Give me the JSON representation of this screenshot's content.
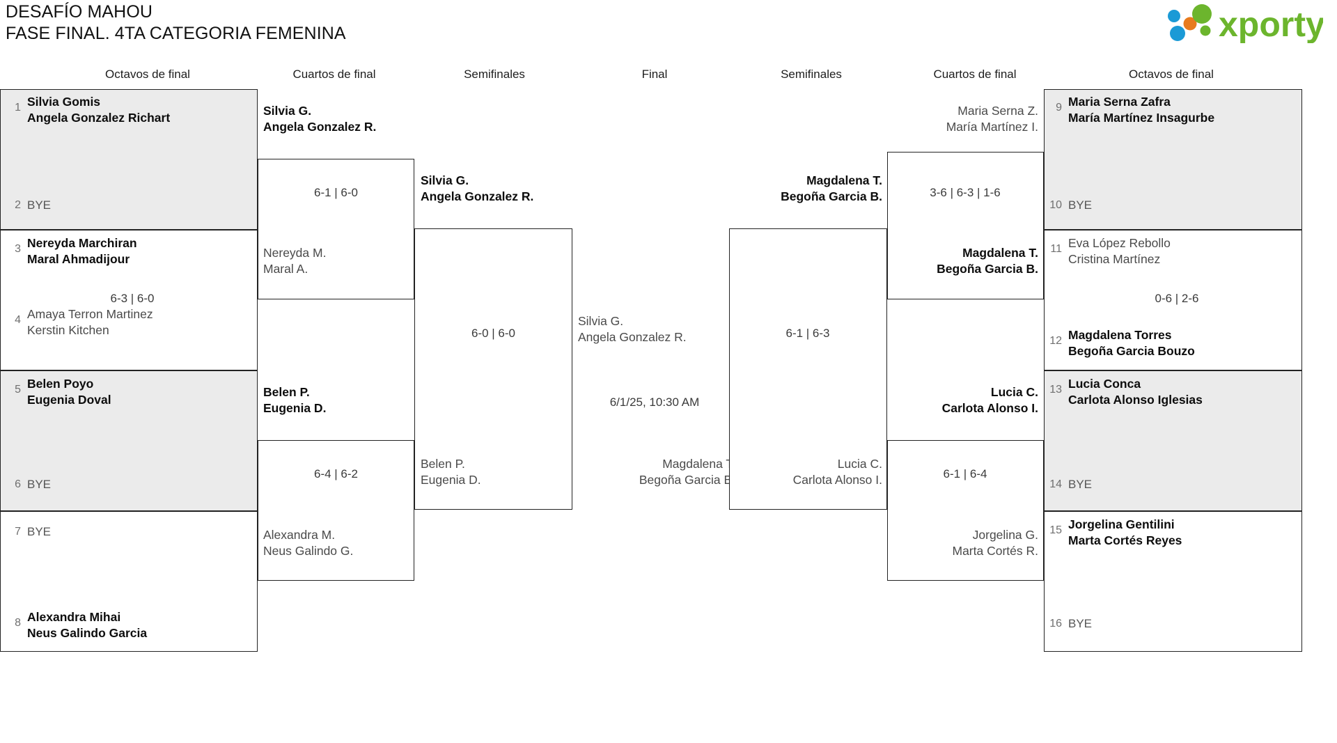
{
  "header": {
    "title_line1": "DESAFÍO MAHOU",
    "title_line2": "FASE FINAL. 4TA CATEGORIA FEMENINA",
    "logo_text": "xporty",
    "logo_colors": {
      "green": "#6cb52d",
      "blue": "#1b9ad6",
      "orange": "#e87b1e"
    }
  },
  "round_headers": {
    "r16_left": "Octavos de final",
    "qf_left": "Cuartos de final",
    "sf_left": "Semifinales",
    "final": "Final",
    "sf_right": "Semifinales",
    "qf_right": "Cuartos de final",
    "r16_right": "Octavos de final"
  },
  "bracket": {
    "round16_left": [
      {
        "seed": "1",
        "line1": "Silvia Gomis",
        "line2": "Angela Gonzalez Richart",
        "state": "winner"
      },
      {
        "seed": "2",
        "line1": "BYE",
        "line2": "",
        "state": "bye"
      },
      {
        "seed": "3",
        "line1": "Nereyda Marchiran",
        "line2": "Maral Ahmadijour",
        "state": "winner"
      },
      {
        "seed": "4",
        "line1": "Amaya Terron Martinez",
        "line2": "Kerstin Kitchen",
        "state": "loser"
      },
      {
        "seed": "5",
        "line1": "Belen Poyo",
        "line2": "Eugenia Doval",
        "state": "winner"
      },
      {
        "seed": "6",
        "line1": "BYE",
        "line2": "",
        "state": "bye"
      },
      {
        "seed": "7",
        "line1": "BYE",
        "line2": "",
        "state": "bye"
      },
      {
        "seed": "8",
        "line1": "Alexandra Mihai",
        "line2": "Neus Galindo Garcia",
        "state": "winner"
      }
    ],
    "round16_left_scores": [
      {
        "value": ""
      },
      {
        "value": "6-3 | 6-0"
      },
      {
        "value": ""
      },
      {
        "value": ""
      }
    ],
    "round16_right": [
      {
        "seed": "9",
        "line1": "Maria Serna Zafra",
        "line2": "María Martínez Insagurbe",
        "state": "winner"
      },
      {
        "seed": "10",
        "line1": "BYE",
        "line2": "",
        "state": "bye"
      },
      {
        "seed": "11",
        "line1": "Eva López Rebollo",
        "line2": "Cristina Martínez",
        "state": "loser"
      },
      {
        "seed": "12",
        "line1": "Magdalena Torres",
        "line2": "Begoña Garcia Bouzo",
        "state": "winner"
      },
      {
        "seed": "13",
        "line1": "Lucia Conca",
        "line2": "Carlota Alonso Iglesias",
        "state": "winner"
      },
      {
        "seed": "14",
        "line1": "BYE",
        "line2": "",
        "state": "bye"
      },
      {
        "seed": "15",
        "line1": "Jorgelina Gentilini",
        "line2": "Marta Cortés Reyes",
        "state": "winner"
      },
      {
        "seed": "16",
        "line1": "BYE",
        "line2": "",
        "state": "bye"
      }
    ],
    "round16_right_scores": [
      {
        "value": ""
      },
      {
        "value": "0-6 | 2-6"
      },
      {
        "value": ""
      },
      {
        "value": ""
      }
    ],
    "quarters_left": [
      {
        "line1": "Silvia G.",
        "line2": "Angela Gonzalez R.",
        "state": "winner"
      },
      {
        "line1": "Nereyda M.",
        "line2": "Maral A.",
        "state": "loser"
      },
      {
        "line1": "Belen P.",
        "line2": "Eugenia D.",
        "state": "winner"
      },
      {
        "line1": "Alexandra M.",
        "line2": "Neus Galindo G.",
        "state": "loser"
      }
    ],
    "quarters_left_scores": [
      {
        "value": "6-1 | 6-0"
      },
      {
        "value": "6-4 | 6-2"
      }
    ],
    "quarters_right": [
      {
        "line1": "Maria Serna Z.",
        "line2": "María Martínez I.",
        "state": "loser"
      },
      {
        "line1": "Magdalena T.",
        "line2": "Begoña Garcia B.",
        "state": "winner"
      },
      {
        "line1": "Lucia C.",
        "line2": "Carlota Alonso I.",
        "state": "winner"
      },
      {
        "line1": "Jorgelina G.",
        "line2": "Marta Cortés R.",
        "state": "loser"
      }
    ],
    "quarters_right_scores": [
      {
        "value": "3-6 | 6-3 | 1-6"
      },
      {
        "value": "6-1 | 6-4"
      }
    ],
    "semis_left": [
      {
        "line1": "Silvia G.",
        "line2": "Angela Gonzalez R.",
        "state": "winner"
      },
      {
        "line1": "Belen P.",
        "line2": "Eugenia D.",
        "state": "loser"
      }
    ],
    "semis_left_scores": [
      {
        "value": "6-0 | 6-0"
      }
    ],
    "semis_right": [
      {
        "line1": "Magdalena T.",
        "line2": "Begoña Garcia B.",
        "state": "winner"
      },
      {
        "line1": "Lucia C.",
        "line2": "Carlota Alonso I.",
        "state": "loser"
      }
    ],
    "semis_right_scores": [
      {
        "value": "6-1 | 6-3"
      }
    ],
    "final": {
      "top": {
        "line1": "Silvia G.",
        "line2": "Angela Gonzalez R.",
        "state": "loser"
      },
      "bottom": {
        "line1": "Magdalena T.",
        "line2": "Begoña Garcia B.",
        "state": "loser"
      },
      "schedule": "6/1/25, 10:30 AM"
    }
  }
}
